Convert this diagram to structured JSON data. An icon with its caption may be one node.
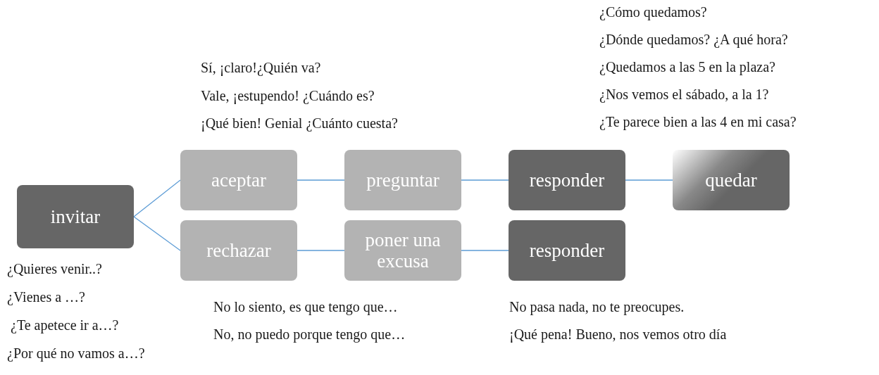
{
  "diagram": {
    "nodes": [
      {
        "text": [
          "invitar"
        ]
      },
      {
        "text": [
          "aceptar"
        ]
      },
      {
        "text": [
          "preguntar"
        ]
      },
      {
        "text": [
          "responder"
        ]
      },
      {
        "text": [
          "quedar"
        ]
      },
      {
        "text": [
          "rechazar"
        ]
      },
      {
        "text": [
          "poner una excusa"
        ]
      },
      {
        "text": [
          "responder"
        ]
      }
    ],
    "edges": [
      {
        "from": 0,
        "to": 1,
        "arrow": "none"
      },
      {
        "from": 0,
        "to": 5,
        "arrow": "none"
      },
      {
        "from": 1,
        "to": 2,
        "arrow": "none"
      },
      {
        "from": 2,
        "to": 3,
        "arrow": "none"
      },
      {
        "from": 3,
        "to": 4,
        "arrow": "none"
      },
      {
        "from": 5,
        "to": 6,
        "arrow": "none"
      },
      {
        "from": 6,
        "to": 7,
        "arrow": "none"
      }
    ],
    "labels": [
      "¿Cómo quedamos?",
      "¿Dónde quedamos? ¿A qué hora?",
      "Sí, ¡claro!¿Quién va?",
      "¿Quedamos a las 5 en la plaza?",
      "Vale, ¡estupendo! ¿Cuándo es?",
      "¿Nos vemos el sábado, a la 1?",
      "¡Qué bien! Genial ¿Cuánto cuesta?",
      "¿Te parece bien a las 4 en mi casa?",
      "¿Quieres venir..?",
      "No lo siento, es que tengo que…",
      "No pasa nada, no te preocupes.",
      "¿Vienes a …?",
      "No, no puedo porque tengo que…",
      "¡Qué pena! Bueno, nos vemos otro día",
      " ¿Te apetece ir a…?",
      "¿Por qué no vamos a…?"
    ]
  }
}
